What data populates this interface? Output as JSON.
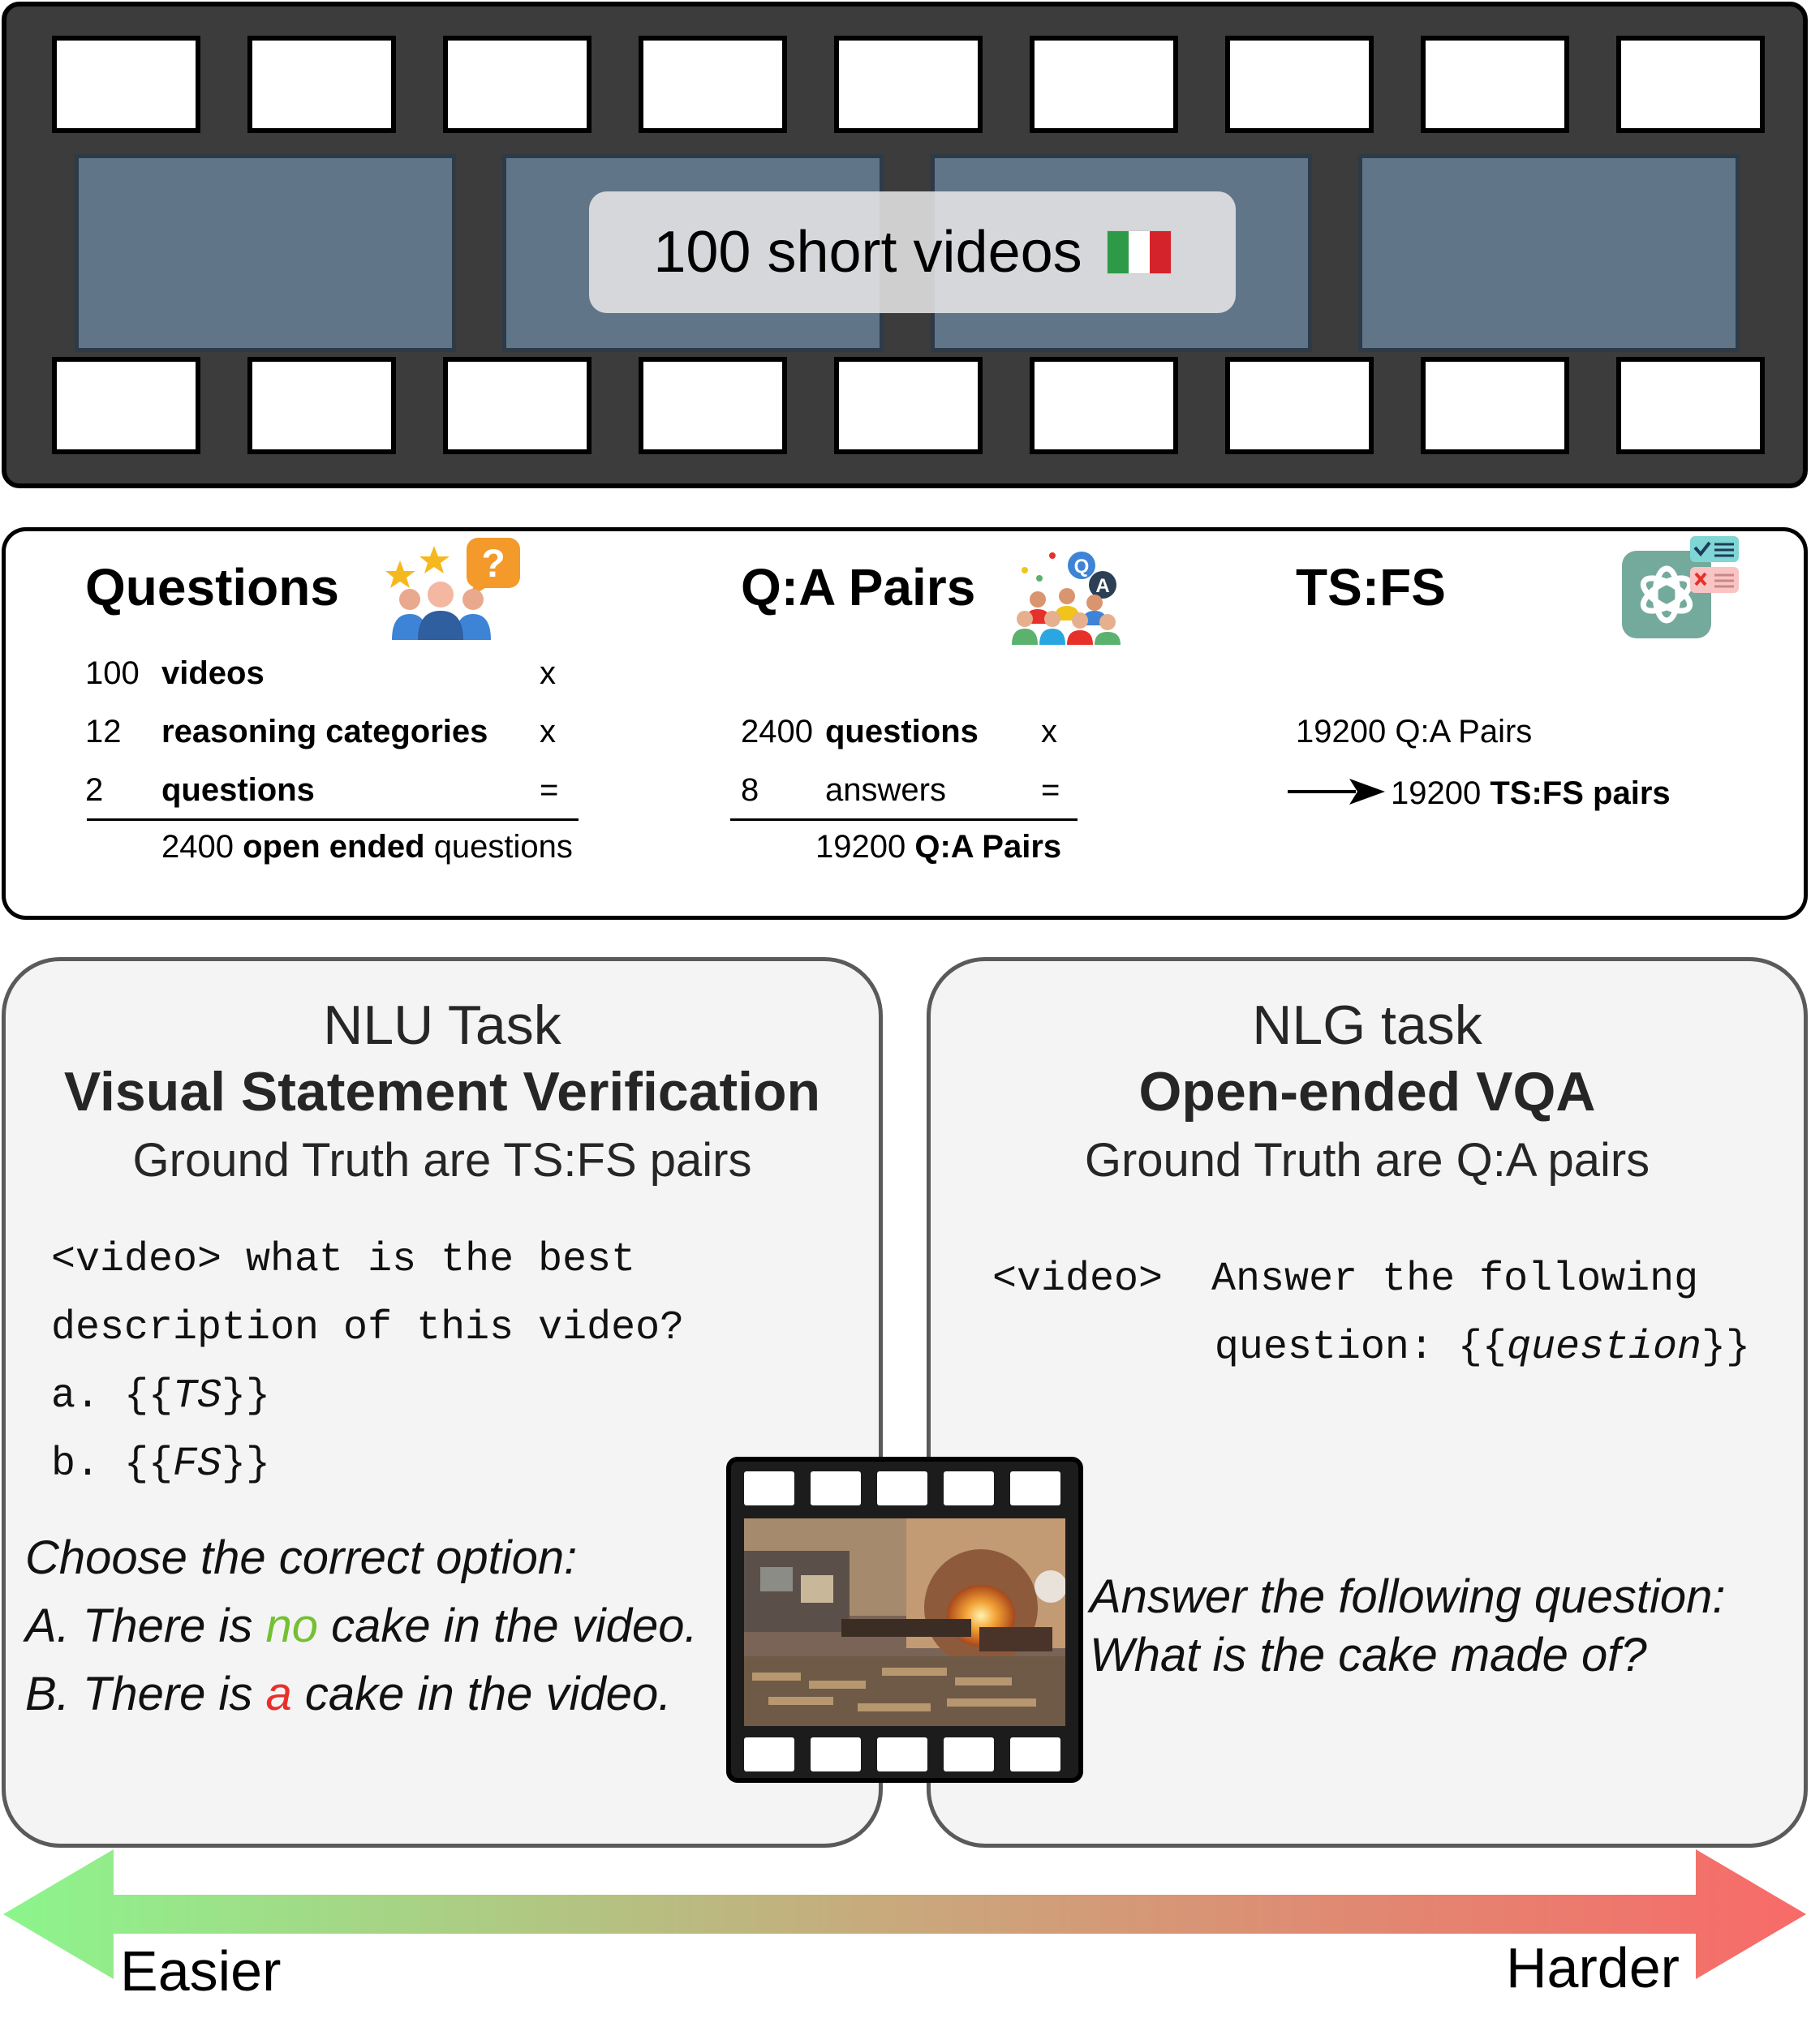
{
  "film": {
    "label": "100 short videos",
    "flag": "italy-flag"
  },
  "stats": {
    "questions": {
      "title": "Questions",
      "rows": [
        {
          "num": "100",
          "label": "videos",
          "op": "x"
        },
        {
          "num": "12",
          "label": "reasoning categories",
          "op": "x"
        },
        {
          "num": "2",
          "label": "questions",
          "op": "="
        }
      ],
      "result_num": "2400",
      "result_bold": "open ended",
      "result_tail": "questions"
    },
    "qa": {
      "title": "Q:A Pairs",
      "rows": [
        {
          "num": "2400",
          "label": "questions",
          "op": "x"
        },
        {
          "num": "8",
          "label": "answers",
          "op": "="
        }
      ],
      "result_num": "19200",
      "result_bold": "Q:A Pairs"
    },
    "tsfs": {
      "title": "TS:FS",
      "line1": "19200 Q:A Pairs",
      "result_num": "19200",
      "result_bold": "TS:FS pairs"
    }
  },
  "nlu": {
    "kind": "NLU Task",
    "name": "Visual Statement Verification",
    "gt": "Ground Truth are TS:FS pairs",
    "prompt_lines": [
      "<video> what is the best",
      "description of this video?"
    ],
    "opt_a_prefix": "a. {{",
    "opt_a_var": "TS",
    "opt_a_suffix": "}}",
    "opt_b_prefix": "b. {{",
    "opt_b_var": "FS",
    "opt_b_suffix": "}}",
    "example_head": "Choose the correct option:",
    "example_a_pre": "A. There is ",
    "example_a_key": "no",
    "example_a_post": " cake in the video.",
    "example_b_pre": "B. There is ",
    "example_b_key": "a",
    "example_b_post": " cake in the video."
  },
  "nlg": {
    "kind": "NLG task",
    "name": "Open-ended VQA",
    "gt": "Ground Truth are Q:A pairs",
    "prompt_line1": "<video>  Answer the following",
    "prompt_line2_pre": "question: {{",
    "prompt_line2_var": "question",
    "prompt_line2_post": "}}",
    "example_line1": "Answer the following question:",
    "example_line2": "What is the cake made of?"
  },
  "difficulty": {
    "left": "Easier",
    "right": "Harder"
  },
  "colors": {
    "film_bg": "#3c3c3c",
    "frame": "#617589",
    "panel_bg": "#f4f4f4",
    "easier_green": "#8cf58c",
    "harder_red": "#f86a68",
    "key_green": "#74c032",
    "key_red": "#e8302a"
  },
  "icons": [
    "people-stars-question-icon",
    "people-qa-icon",
    "openai-checklist-icon",
    "film-clip-icon"
  ]
}
